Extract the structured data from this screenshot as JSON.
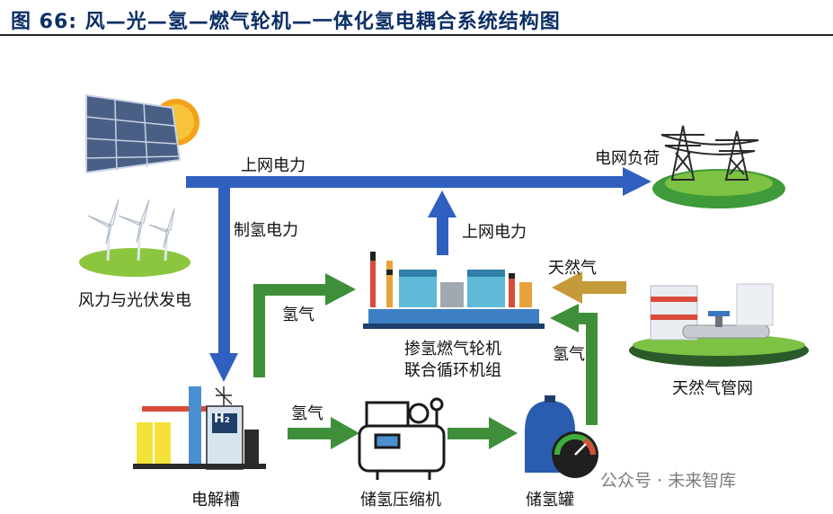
{
  "title": "图  66: 风—光—氢—燃气轮机—一体化氢电耦合系统结构图",
  "nodes": {
    "wind_solar": "风力与光伏发电",
    "grid_load": "电网负荷",
    "electrolyzer": "电解槽",
    "compressor": "储氢压缩机",
    "tank": "储氢罐",
    "turbine_line1": "掺氢燃气轮机",
    "turbine_line2": "联合循环机组",
    "gas_network": "天然气管网",
    "electrolyzer_badge": "H₂"
  },
  "flows": {
    "grid_power_top": "上网电力",
    "hydrogen_power": "制氢电力",
    "hydrogen_to_turbine": "氢气",
    "grid_power_up": "上网电力",
    "natural_gas": "天然气",
    "hydrogen_from_tank": "氢气",
    "hydrogen_to_compressor": "氢气"
  },
  "colors": {
    "title": "#0c2f66",
    "electric_arrow": "#2f5fbf",
    "hydrogen_arrow": "#3f8f3a",
    "gas_arrow": "#c49a3a"
  },
  "watermark": "公众号 · 未来智库"
}
